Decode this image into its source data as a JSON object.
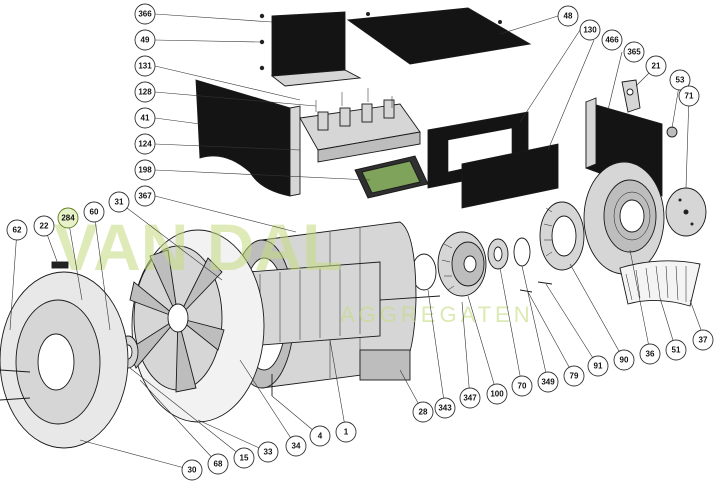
{
  "watermark": {
    "brand": "VAN DAL",
    "subtitle": "AGGREGATEN"
  },
  "colors": {
    "outline": "#1a1a1a",
    "plate_fill": "#141414",
    "metal_fill": "#d6d6d6",
    "watermark": "#c4dc80",
    "callout_highlight": "#e7f2c9"
  },
  "callouts": {
    "c366": "366",
    "c49": "49",
    "c131": "131",
    "c128": "128",
    "c41": "41",
    "c124": "124",
    "c198": "198",
    "c367": "367",
    "c31": "31",
    "c60": "60",
    "c284": "284",
    "c22": "22",
    "c62": "62",
    "c48": "48",
    "c130": "130",
    "c466": "466",
    "c365": "365",
    "c21": "21",
    "c53": "53",
    "c71": "71",
    "c37": "37",
    "c51": "51",
    "c36": "36",
    "c90": "90",
    "c91": "91",
    "c79": "79",
    "c349": "349",
    "c70": "70",
    "c100": "100",
    "c347": "347",
    "c343": "343",
    "c28": "28",
    "c1": "1",
    "c4": "4",
    "c34": "34",
    "c33": "33",
    "c15": "15",
    "c68": "68",
    "c30": "30"
  }
}
